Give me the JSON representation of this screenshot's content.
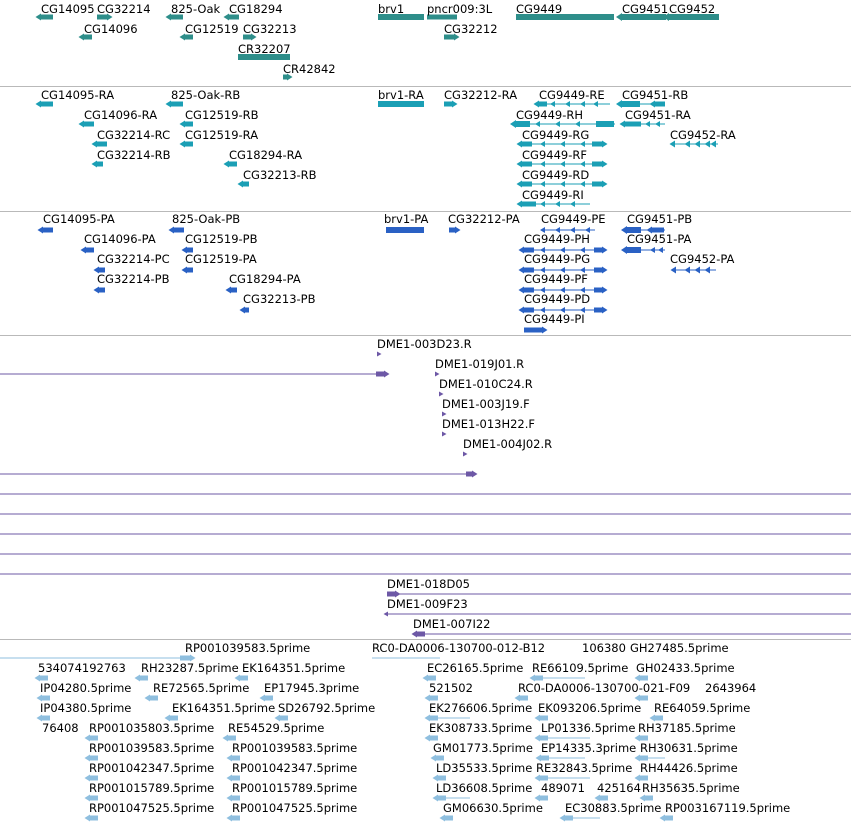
{
  "colors": {
    "gene": "#2e8e8a",
    "transcript": "#1b9fb5",
    "protein": "#2a61c4",
    "clone": "#6d58a6",
    "est": "#8fbfdf",
    "separator": "#b9b9b9"
  },
  "tracks": {
    "genes": [
      "CG14095",
      "CG32214",
      "CG14096",
      "825-Oak",
      "CG18294",
      "CG12519",
      "CG32213",
      "CR32207",
      "CR42842",
      "brv1",
      "pncr009:3L",
      "CG32212",
      "CG9449",
      "CG9451",
      "CG9452"
    ],
    "transcripts": [
      "CG14095-RA",
      "CG14096-RA",
      "CG32214-RC",
      "CG32214-RB",
      "825-Oak-RB",
      "CG12519-RB",
      "CG12519-RA",
      "CG18294-RA",
      "CG32213-RB",
      "brv1-RA",
      "CG32212-RA",
      "CG9449-RE",
      "CG9449-RH",
      "CG9449-RG",
      "CG9449-RF",
      "CG9449-RD",
      "CG9449-RI",
      "CG9451-RB",
      "CG9451-RA",
      "CG9452-RA"
    ],
    "proteins": [
      "CG14095-PA",
      "CG14096-PA",
      "CG32214-PC",
      "CG32214-PB",
      "825-Oak-PB",
      "CG12519-PB",
      "CG12519-PA",
      "CG18294-PA",
      "CG32213-PB",
      "brv1-PA",
      "CG32212-PA",
      "CG9449-PE",
      "CG9449-PH",
      "CG9449-PG",
      "CG9449-PF",
      "CG9449-PD",
      "CG9449-PI",
      "CG9451-PB",
      "CG9451-PA",
      "CG9452-PA"
    ],
    "clones": [
      "DME1-003D23.R",
      "DME1-019J01.R",
      "DME1-010C24.R",
      "DME1-003J19.F",
      "DME1-013H22.F",
      "DME1-004J02.R",
      "DME1-018D05",
      "DME1-009F23",
      "DME1-007I22"
    ],
    "ests": [
      "RP001039583.5prime",
      "534074192763",
      "RH23287.5prime",
      "EK164351.5prime",
      "IP04280.5prime",
      "RE72565.5prime",
      "EP17945.3prime",
      "IP04380.5prime",
      "EK164351.5prime",
      "SD26792.5prime",
      "76408",
      "RP001035803.5prime",
      "RE54529.5prime",
      "RP001039583.5prime",
      "RP001039583.5prime",
      "RP001042347.5prime",
      "RP001042347.5prime",
      "RP001015789.5prime",
      "RP001015789.5prime",
      "RP001047525.5prime",
      "RP001047525.5prime",
      "RC0-DA0006-130700-012-B12",
      "106380",
      "GH27485.5prime",
      "EC26165.5prime",
      "RE66109.5prime",
      "GH02433.5prime",
      "521502",
      "RC0-DA0006-130700-021-F09",
      "2643964",
      "EK276606.5prime",
      "EK093206.5prime",
      "RE64059.5prime",
      "EK308733.5prime",
      "LP01336.5prime",
      "RH37185.5prime",
      "GM01773.5prime",
      "EP14335.3prime",
      "RH30631.5prime",
      "LD35533.5prime",
      "RE32843.5prime",
      "RH44426.5prime",
      "LD36608.5prime",
      "489071",
      "425164",
      "RH35635.5prime",
      "GM06630.5prime",
      "EC30883.5prime",
      "RP003167119.5prime"
    ]
  }
}
